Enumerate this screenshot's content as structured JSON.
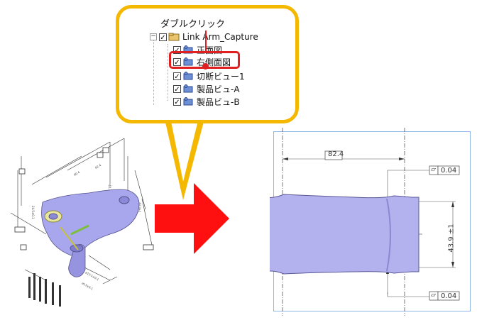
{
  "callout": {
    "title": "ダブルクリック",
    "tree": {
      "root": "Link Arm_Capture",
      "items": [
        {
          "label": "正面図",
          "checked": true
        },
        {
          "label": "右側面図",
          "checked": true,
          "highlighted": true
        },
        {
          "label": "切断ビュー1",
          "checked": true
        },
        {
          "label": "製品ビュ-A",
          "checked": true
        },
        {
          "label": "製品ビュ-B",
          "checked": true
        }
      ]
    }
  },
  "side_view": {
    "dim_length": "82.4",
    "dim_height": "43.9 ±1",
    "flatness_top": "0.04",
    "flatness_bottom": "0.04",
    "flatness_symbol": "▱"
  },
  "colors": {
    "callout_border": "#f5b800",
    "highlight": "#e02020",
    "arrow": "#ff1010",
    "part": "#a8a6ec"
  }
}
